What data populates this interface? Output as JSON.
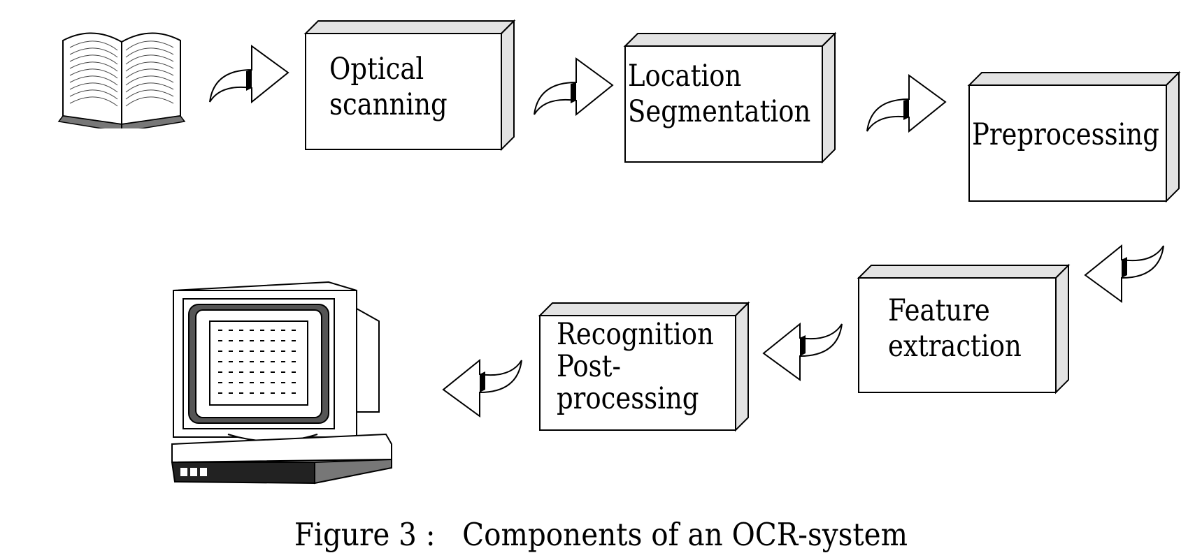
{
  "diagram": {
    "boxes": [
      {
        "id": "optical-scanning",
        "lines": [
          "Optical",
          "scanning"
        ]
      },
      {
        "id": "location-segmentation",
        "lines": [
          "Location",
          "Segmentation"
        ]
      },
      {
        "id": "preprocessing",
        "lines": [
          "Preprocessing"
        ]
      },
      {
        "id": "feature-extraction",
        "lines": [
          "Feature",
          "extraction"
        ]
      },
      {
        "id": "recognition-post-processing",
        "lines": [
          "Recognition",
          "Post-",
          "processing"
        ]
      }
    ],
    "caption": "Figure 3 :   Components of an OCR-system",
    "icons": [
      "book-icon",
      "computer-icon"
    ]
  }
}
